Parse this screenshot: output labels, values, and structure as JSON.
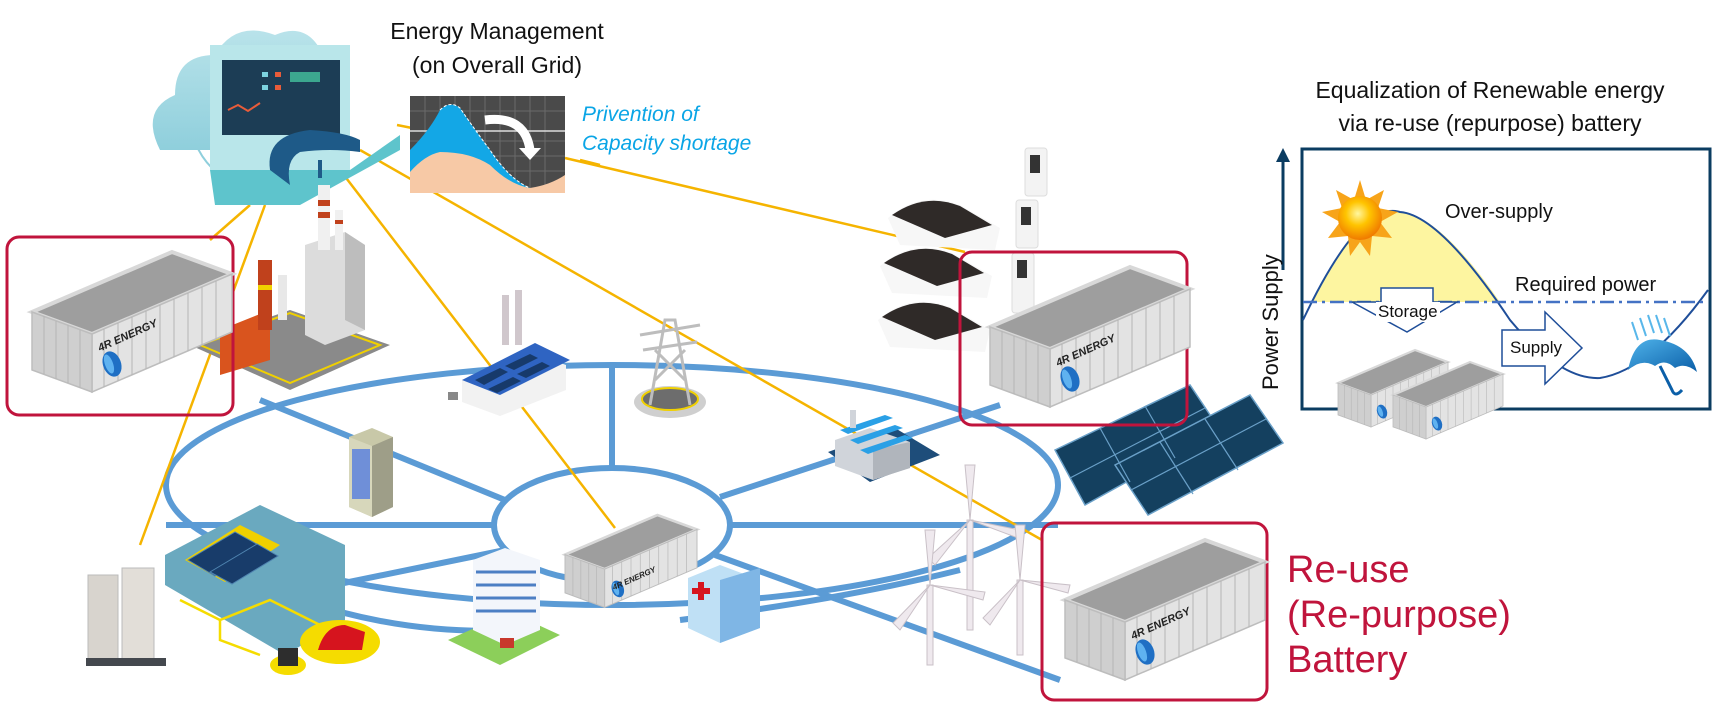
{
  "energy_management": {
    "title_line1": "Energy Management",
    "title_line2": "(on Overall Grid)",
    "callout_line1": "Privention of",
    "callout_line2": "Capacity shortage"
  },
  "equalization_panel": {
    "title_line1": "Equalization of Renewable energy",
    "title_line2": "via re-use (repurpose) battery",
    "y_axis_label": "Power Supply",
    "over_supply_label": "Over-supply",
    "required_power_label": "Required power",
    "storage_label": "Storage",
    "supply_label": "Supply"
  },
  "reuse_battery_label": {
    "line1": "Re-use",
    "line2": "(Re-purpose)",
    "line3": "Battery"
  },
  "container_brand": "4R ENERGY",
  "grid_nodes": [
    "Control room (cloud)",
    "Power plant",
    "Solar factory",
    "Transmission tower",
    "Office building",
    "Factory",
    "EV charging station",
    "Solar panels",
    "Home with solar",
    "Home battery units",
    "Apartment building",
    "Hospital",
    "Wind turbines"
  ],
  "colors": {
    "highlight_box": "#c0143c",
    "grid_line": "#5b9bd5",
    "connector_line": "#f5b400",
    "panel_border": "#0b3c61",
    "callout_text": "#0aa5e6",
    "over_supply_fill": "#fdf5a0"
  }
}
